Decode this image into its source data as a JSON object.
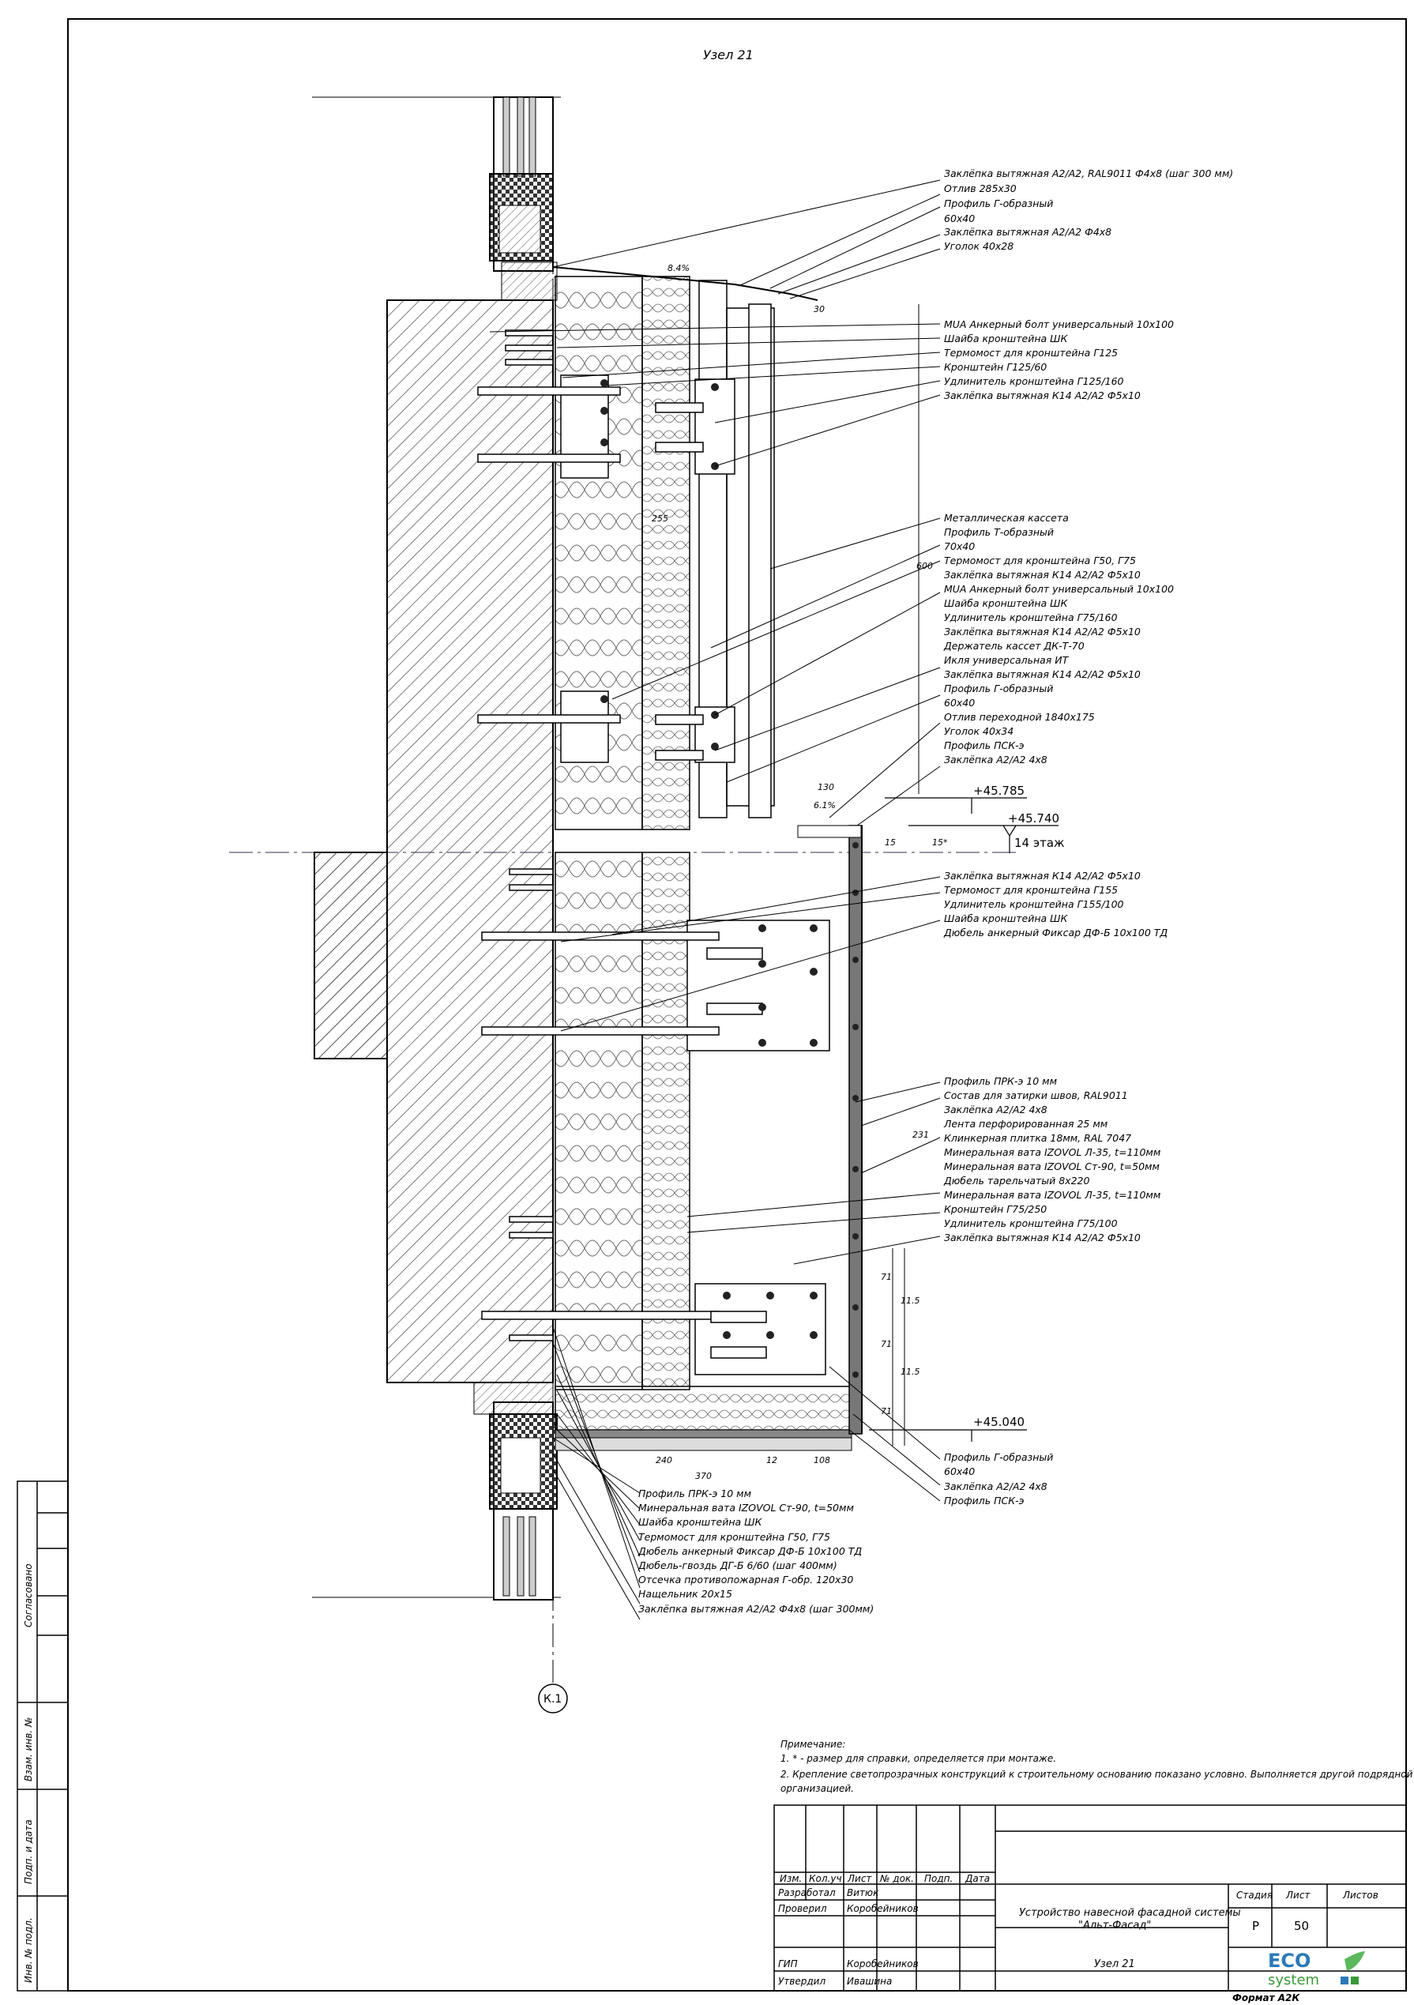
{
  "title": "Узел 21",
  "axis_label": "К.1",
  "levels": [
    {
      "value": "+45.785"
    },
    {
      "value": "+45.740"
    },
    {
      "value": "14 этаж"
    },
    {
      "value": "+45.040"
    }
  ],
  "dims": [
    "8.4%",
    "30",
    "255",
    "600",
    "130",
    "6.1%",
    "15",
    "15*",
    "231",
    "71",
    "11.5",
    "71",
    "11.5",
    "71",
    "240",
    "12",
    "108",
    "370"
  ],
  "callouts_top": [
    "Заклёпка вытяжная   A2/A2, RAL9011 Ф4х8 (шаг 300 мм)",
    "Отлив 285х30",
    "Профиль Г-образный",
    "60х40",
    "Заклёпка вытяжная   A2/A2 Ф4х8",
    "Уголок 40х28"
  ],
  "callouts_a": [
    "MUA Анкерный болт универсальный 10х100",
    "Шайба кронштейна ШК",
    "Термомост для кронштейна Г125",
    "Кронштейн Г125/60",
    "Удлинитель кронштейна Г125/160",
    "Заклёпка вытяжная К14   A2/A2 Ф5х10"
  ],
  "callouts_b": [
    "Металлическая кассета",
    "Профиль Т-образный",
    "70х40",
    "Термомост для кронштейна Г50, Г75",
    "Заклёпка вытяжная К14   A2/A2 Ф5х10",
    "MUA Анкерный болт универсальный 10х100",
    "Шайба кронштейна ШК",
    "Удлинитель кронштейна Г75/160",
    "Заклёпка вытяжная К14   A2/A2 Ф5х10",
    "Держатель кассет ДК-Т-70",
    "Икля универсальная ИТ",
    "Заклёпка вытяжная К14   A2/A2 Ф5х10",
    "Профиль Г-образный",
    "60х40",
    "Отлив переходной 1840х175",
    "Уголок 40х34",
    "Профиль ПСК-э",
    "Заклёпка A2/A2 4х8"
  ],
  "callouts_c": [
    "Заклёпка вытяжная К14   A2/A2 Ф5х10",
    "Термомост для кронштейна Г155",
    "Удлинитель кронштейна  Г155/100",
    "Шайба кронштейна ШК",
    "Дюбель анкерный Фиксар ДФ-Б 10х100 ТД"
  ],
  "callouts_d": [
    "Профиль ПРК-э 10 мм",
    "Состав для затирки швов, RAL9011",
    "Заклёпка A2/A2 4х8",
    "Лента перфорированная 25 мм",
    "Клинкерная плитка 18мм, RAL 7047",
    "Минеральная вата IZOVOL Л-35, t=110мм",
    "Минеральная вата IZOVOL Ст-90, t=50мм",
    "Дюбель тарельчатый 8х220",
    "Минеральная вата IZOVOL Л-35, t=110мм",
    "Кронштейн Г75/250",
    "Удлинитель кронштейна Г75/100",
    "Заклёпка вытяжная К14   A2/A2 Ф5х10"
  ],
  "callouts_e": [
    "Профиль Г-образный",
    "60х40",
    "Заклёпка A2/A2 4х8",
    "Профиль ПСК-э"
  ],
  "callouts_f": [
    "Профиль ПРК-э 10 мм",
    "Минеральная вата IZOVOL Ст-90, t=50мм",
    "Шайба кронштейна ШК",
    "Термомост для кронштейна Г50, Г75",
    "Дюбель анкерный Фиксар ДФ-Б 10х100 ТД",
    "Дюбель-гвоздь ДГ-Б 6/60 (шаг 400мм)",
    "Отсечка противопожарная Г-обр. 120х30",
    "Нащельник 20х15",
    "Заклёпка вытяжная   A2/A2 Ф4х8 (шаг 300мм)"
  ],
  "notes": {
    "title": "Примечание:",
    "line1": "1. * - размер для справки, определяется при монтаже.",
    "line2": "2. Крепление светопрозрачных конструкций к строительному основанию показано условно. Выполняется другой подрядной",
    "line3": "организацией."
  },
  "side_stamp": [
    "Согласовано",
    "Взам. инв. №",
    "Подп. и дата",
    "Инв. № подл."
  ],
  "title_block": {
    "headers": [
      "Изм.",
      "Кол.уч",
      "Лист",
      "№ док.",
      "Подп.",
      "Дата"
    ],
    "roles": [
      {
        "role": "Разработал",
        "name": "Витюк"
      },
      {
        "role": "Проверил",
        "name": "Коробейников"
      },
      {
        "role": "",
        "name": ""
      },
      {
        "role": "",
        "name": ""
      },
      {
        "role": "ГИП",
        "name": "Коробейников"
      },
      {
        "role": "Утвердил",
        "name": "Ивашина"
      }
    ],
    "doc_title": "Устройство навесной фасадной системы",
    "doc_title2": "\"Альт-Фасад\"",
    "sheet_name": "Узел 21",
    "stage_header": "Стадия",
    "sheet_header": "Лист",
    "sheets_header": "Листов",
    "stage": "Р",
    "sheet": "50",
    "sheets": "",
    "logo_top": "ECO",
    "logo_bottom": "system",
    "format": "Формат А2К"
  }
}
